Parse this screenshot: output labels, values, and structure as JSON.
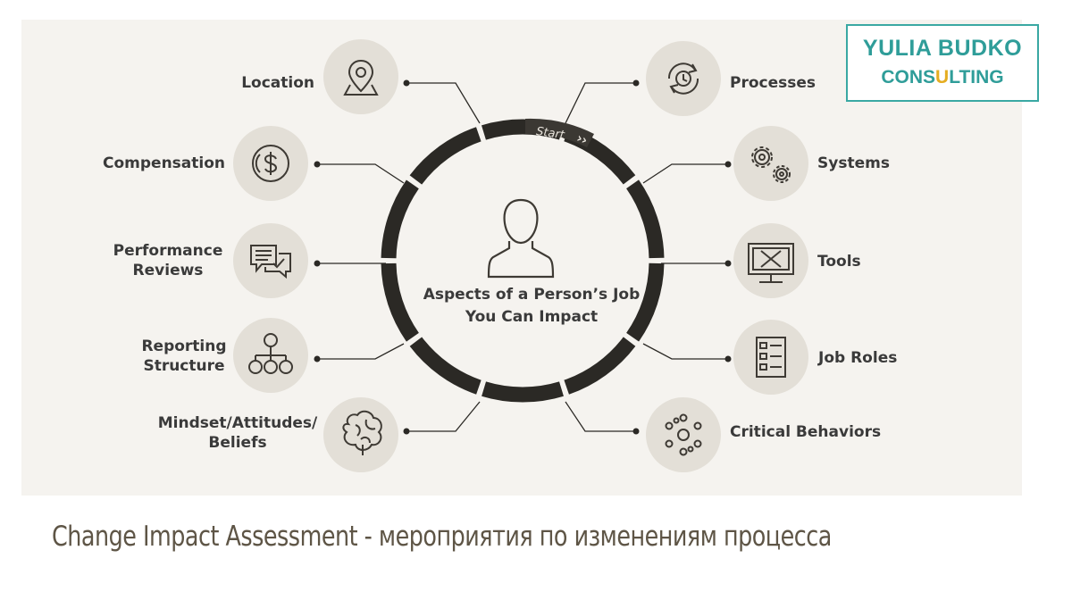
{
  "logo": {
    "line1": "YULIA BUDKO",
    "line2_a": "CONS",
    "line2_b": "U",
    "line2_c": "LTING"
  },
  "diagram": {
    "center_label_1": "Aspects of a Person’s Job",
    "center_label_2": "You Can Impact",
    "start_label": "Start",
    "left": [
      {
        "line1": "Location",
        "line2": "",
        "icon": "location-pin-icon"
      },
      {
        "line1": "Compensation",
        "line2": "",
        "icon": "dollar-coin-icon"
      },
      {
        "line1": "Performance",
        "line2": "Reviews",
        "icon": "chat-bubbles-icon"
      },
      {
        "line1": "Reporting",
        "line2": "Structure",
        "icon": "org-chart-icon"
      },
      {
        "line1": "Mindset/Attitudes/",
        "line2": "Beliefs",
        "icon": "brain-icon"
      }
    ],
    "right": [
      {
        "line1": "Processes",
        "icon": "process-clock-icon"
      },
      {
        "line1": "Systems",
        "icon": "gears-icon"
      },
      {
        "line1": "Tools",
        "icon": "tools-monitor-icon"
      },
      {
        "line1": "Job Roles",
        "icon": "checklist-icon"
      },
      {
        "line1": "Critical Behaviors",
        "icon": "network-dots-icon"
      }
    ]
  },
  "caption": "Change Impact Assessment - мероприятия по изменениям процесса",
  "colors": {
    "ring": "#2b2925",
    "icon_bg": "#e3dfd7",
    "icon_stroke": "#3e3a34",
    "logo_teal": "#2f9d99",
    "logo_gold": "#e5ad22"
  }
}
